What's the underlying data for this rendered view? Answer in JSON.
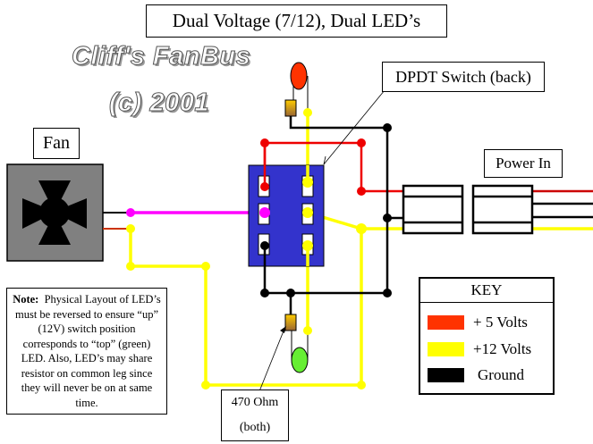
{
  "title": "Dual Voltage (7/12), Dual LED’s",
  "wordart": {
    "line1": "Cliff's FanBus",
    "line2": "(c) 2001"
  },
  "labels": {
    "fan": "Fan",
    "dpdt": "DPDT Switch (back)",
    "power_in": "Power In",
    "resistor_line1": "470 Ohm",
    "resistor_line2": "(both)"
  },
  "note": {
    "bold": "Note:",
    "text": "Physical Layout of LED’s must be reversed to ensure “up” (12V) switch position corresponds to “top” (green) LED.  Also, LED’s may share resistor on common leg since they will never be on at same time."
  },
  "key": {
    "title": "KEY",
    "items": [
      {
        "label": "+ 5 Volts",
        "color": "#ff3300"
      },
      {
        "label": "+12 Volts",
        "color": "#ffff00"
      },
      {
        "label": "Ground",
        "color": "#000000"
      }
    ]
  },
  "colors": {
    "wire_5v": "#ff0000",
    "wire_5v_dark": "#cc0000",
    "wire_12v": "#ffff00",
    "wire_ground": "#000000",
    "wire_fan_signal": "#ff00ff",
    "switch_body": "#3333cc",
    "fan_body": "#808080",
    "led_top": "#ff3300",
    "led_bottom": "#66ee33"
  },
  "components": {
    "led_top": "red LED",
    "led_bottom": "green LED",
    "resistor": "470 Ohm resistor",
    "switch": "DPDT switch",
    "fan": "fan",
    "connector_male": "power connector (Molex) male",
    "connector_female": "power connector (Molex) female"
  }
}
